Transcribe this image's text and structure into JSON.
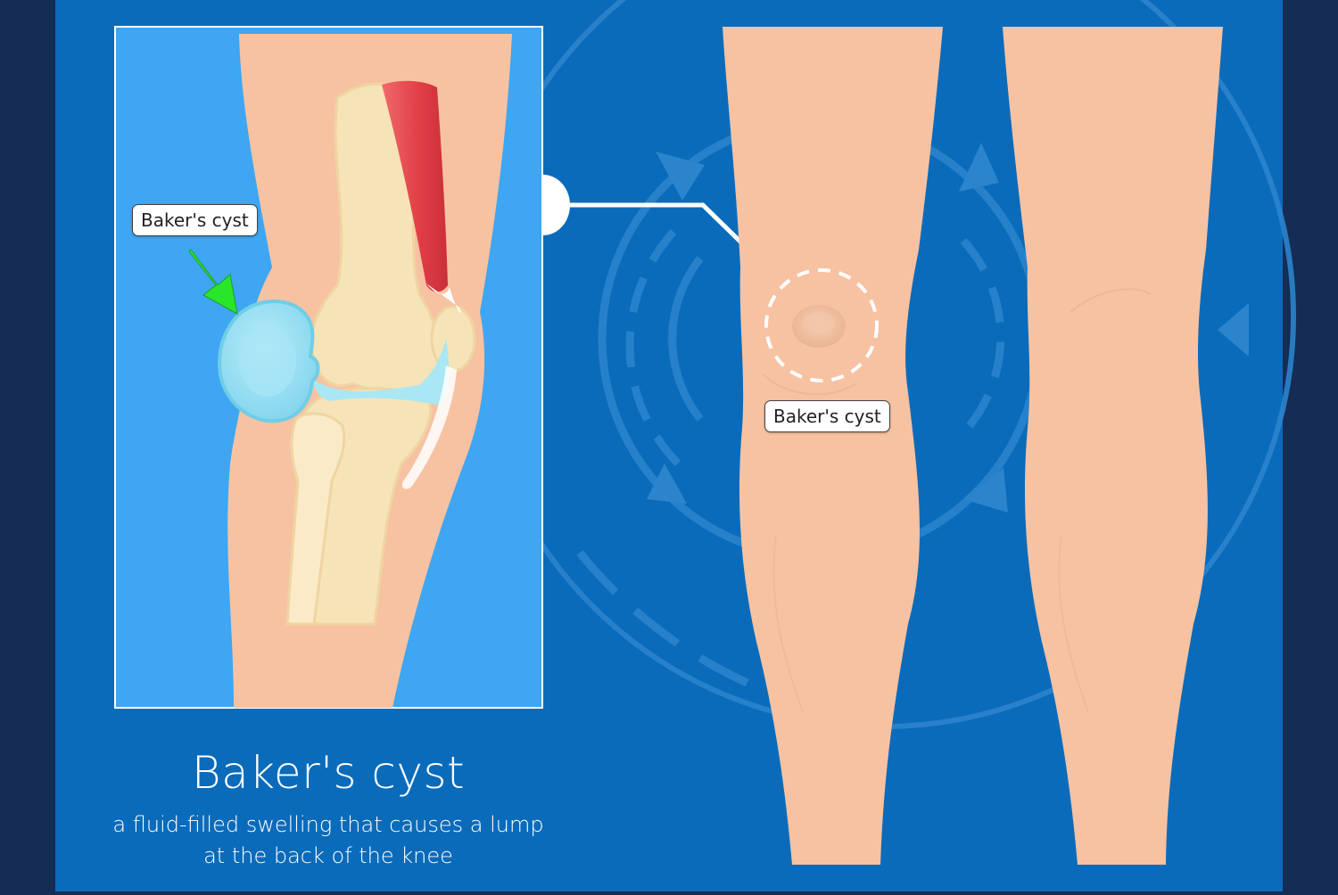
{
  "colors": {
    "frame": "#152c55",
    "background": "#0a6bbb",
    "inset_background": "#3ea6f2",
    "skin": "#f7c2a2",
    "bone": "#f7e3b8",
    "cyst": "#8fdcf2",
    "muscle": "#e8474d",
    "pointer_arrow": "#29e62b",
    "connector": "#ffffff"
  },
  "inset": {
    "callout_label": "Baker's cyst",
    "pointer_icon": "green-arrow-icon"
  },
  "legs": {
    "callout_label": "Baker's cyst",
    "highlight": "dashed-circle"
  },
  "caption": {
    "title": "Baker's cyst",
    "description_line1": "a fluid-filled swelling that causes a lump",
    "description_line2": "at the back of the knee"
  }
}
